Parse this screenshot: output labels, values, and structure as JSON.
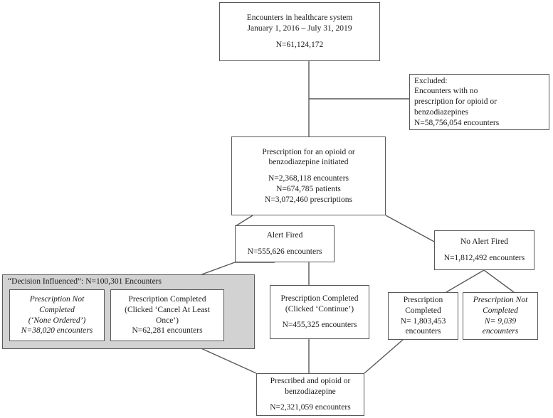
{
  "figure": {
    "type": "flowchart",
    "title": "Encounters in healthcare system study flow diagram",
    "colors": {
      "box_border": "#59595b",
      "box_fill": "#ffffff",
      "group_fill": "#d2d2d2",
      "connector": "#59595b",
      "text": "#1b1b1b"
    }
  },
  "nodes": {
    "encounters": {
      "name": "encounters-total",
      "lines": [
        "Encounters in healthcare system",
        "January 1, 2016 – July 31, 2019",
        "",
        "N=61,124,172"
      ]
    },
    "excluded": {
      "name": "excluded",
      "lines": [
        "Excluded:",
        "Encounters with no",
        "prescription for opioid or",
        "benzodiazepines",
        "N=58,756,054 encounters"
      ]
    },
    "prescription_initiated": {
      "name": "prescription-initiated",
      "lines": [
        "Prescription for an opioid or",
        "benzodiazepine initiated",
        "",
        "N=2,368,118 encounters",
        "N=674,785 patients",
        "N=3,072,460 prescriptions"
      ]
    },
    "alert_fired": {
      "name": "alert-fired",
      "lines": [
        "Alert Fired",
        "",
        "N=555,626 encounters"
      ]
    },
    "no_alert_fired": {
      "name": "no-alert-fired",
      "lines": [
        "No Alert Fired",
        "",
        "N=1,812,492 encounters"
      ]
    },
    "decision_influenced_group": {
      "name": "decision-influenced-group",
      "title": "“Decision Influenced”: N=100,301 Encounters"
    },
    "none_ordered": {
      "name": "prescription-not-completed-none-ordered",
      "lines": [
        "Prescription Not",
        "Completed",
        "(‘None Ordered’)",
        "N=38,020 encounters"
      ]
    },
    "cancel_at_least_once": {
      "name": "prescription-completed-cancel-at-least-once",
      "lines": [
        "Prescription Completed",
        "(Clicked ‘Cancel At Least",
        "Once’)",
        "N=62,281 encounters"
      ]
    },
    "clicked_continue": {
      "name": "prescription-completed-clicked-continue",
      "lines": [
        "Prescription Completed",
        "(Clicked ‘Continue’)",
        "",
        "N=455,325 encounters"
      ]
    },
    "completed_no_alert": {
      "name": "prescription-completed-no-alert",
      "lines": [
        "Prescription",
        "Completed",
        "N= 1,803,453",
        "encounters"
      ]
    },
    "not_completed_no_alert": {
      "name": "prescription-not-completed-no-alert",
      "lines": [
        "Prescription Not",
        "Completed",
        "N= 9,039",
        "encounters"
      ]
    },
    "prescribed_final": {
      "name": "prescribed-opioid-or-benzodiazepine",
      "lines": [
        "Prescribed and opioid or",
        "benzodiazepine",
        "",
        "N=2,321,059 encounters"
      ]
    }
  }
}
